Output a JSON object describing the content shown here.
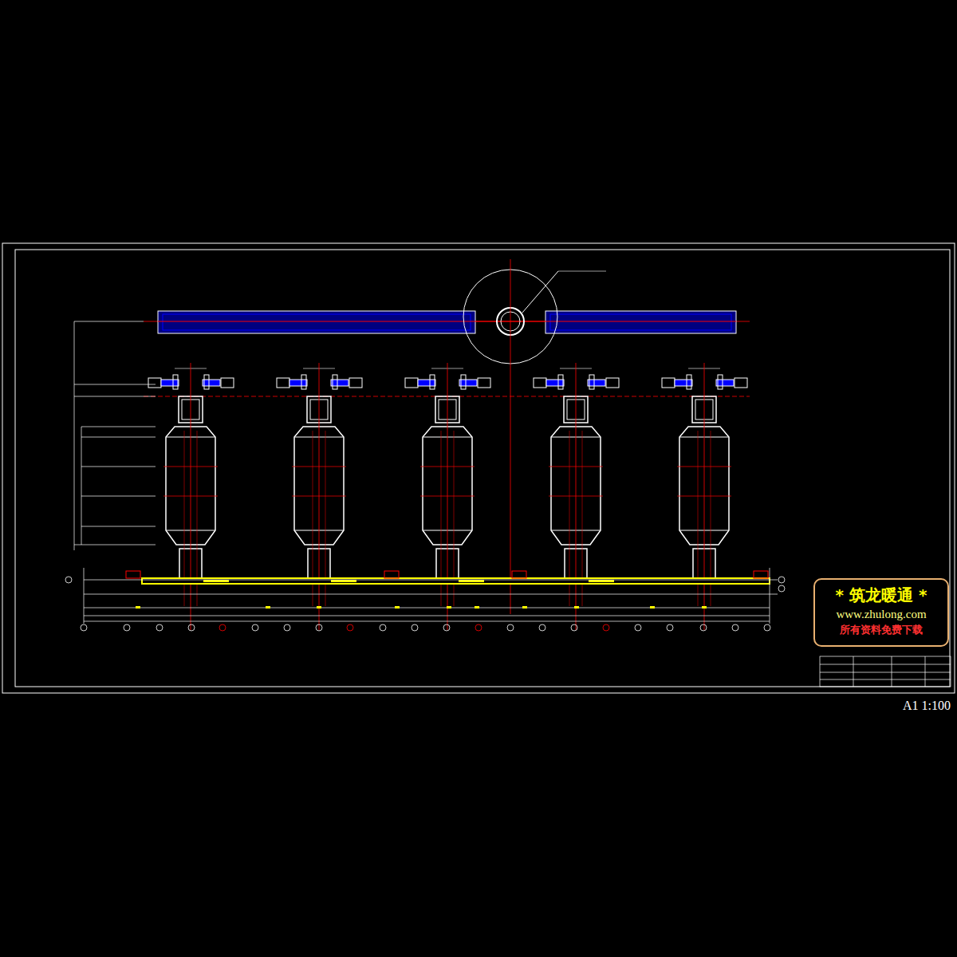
{
  "diagram": {
    "nodes": [
      {
        "text": [
          "* 筑龙暖通 *",
          "www.zhulong.com",
          "所有资料免费下载"
        ]
      }
    ],
    "labels": [
      "A1 1:100"
    ]
  }
}
